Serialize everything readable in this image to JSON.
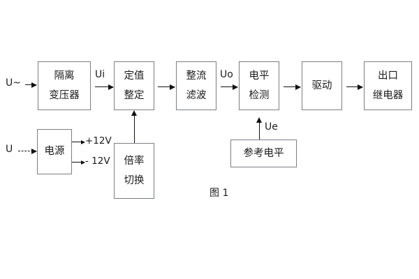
{
  "figure": {
    "caption": "图 1",
    "border_color": "#7a7d82",
    "line_color": "#111111",
    "text_color": "#1b1b1b",
    "background": "#ffffff"
  },
  "inputs": {
    "ac_source_label": "U~",
    "dc_source_label": "U"
  },
  "signals": {
    "ui": "Ui",
    "uo": "Uo",
    "ue": "Ue"
  },
  "power_rails": {
    "positive": "+12V",
    "negative": "- 12V"
  },
  "blocks": [
    {
      "id": "isolation-transformer",
      "lines": [
        "隔离",
        "变压器"
      ]
    },
    {
      "id": "setting-value",
      "lines": [
        "定值",
        "整定"
      ]
    },
    {
      "id": "rectify-filter",
      "lines": [
        "整流",
        "滤波"
      ]
    },
    {
      "id": "level-detection",
      "lines": [
        "电平",
        "检测"
      ]
    },
    {
      "id": "drive",
      "lines": [
        "驱动"
      ]
    },
    {
      "id": "output-relay",
      "lines": [
        "出口",
        "继电器"
      ]
    },
    {
      "id": "power-supply",
      "lines": [
        "电源"
      ]
    },
    {
      "id": "ratio-switch",
      "lines": [
        "倍率",
        "切换"
      ]
    },
    {
      "id": "reference-level",
      "lines": [
        "参考电平"
      ]
    }
  ]
}
